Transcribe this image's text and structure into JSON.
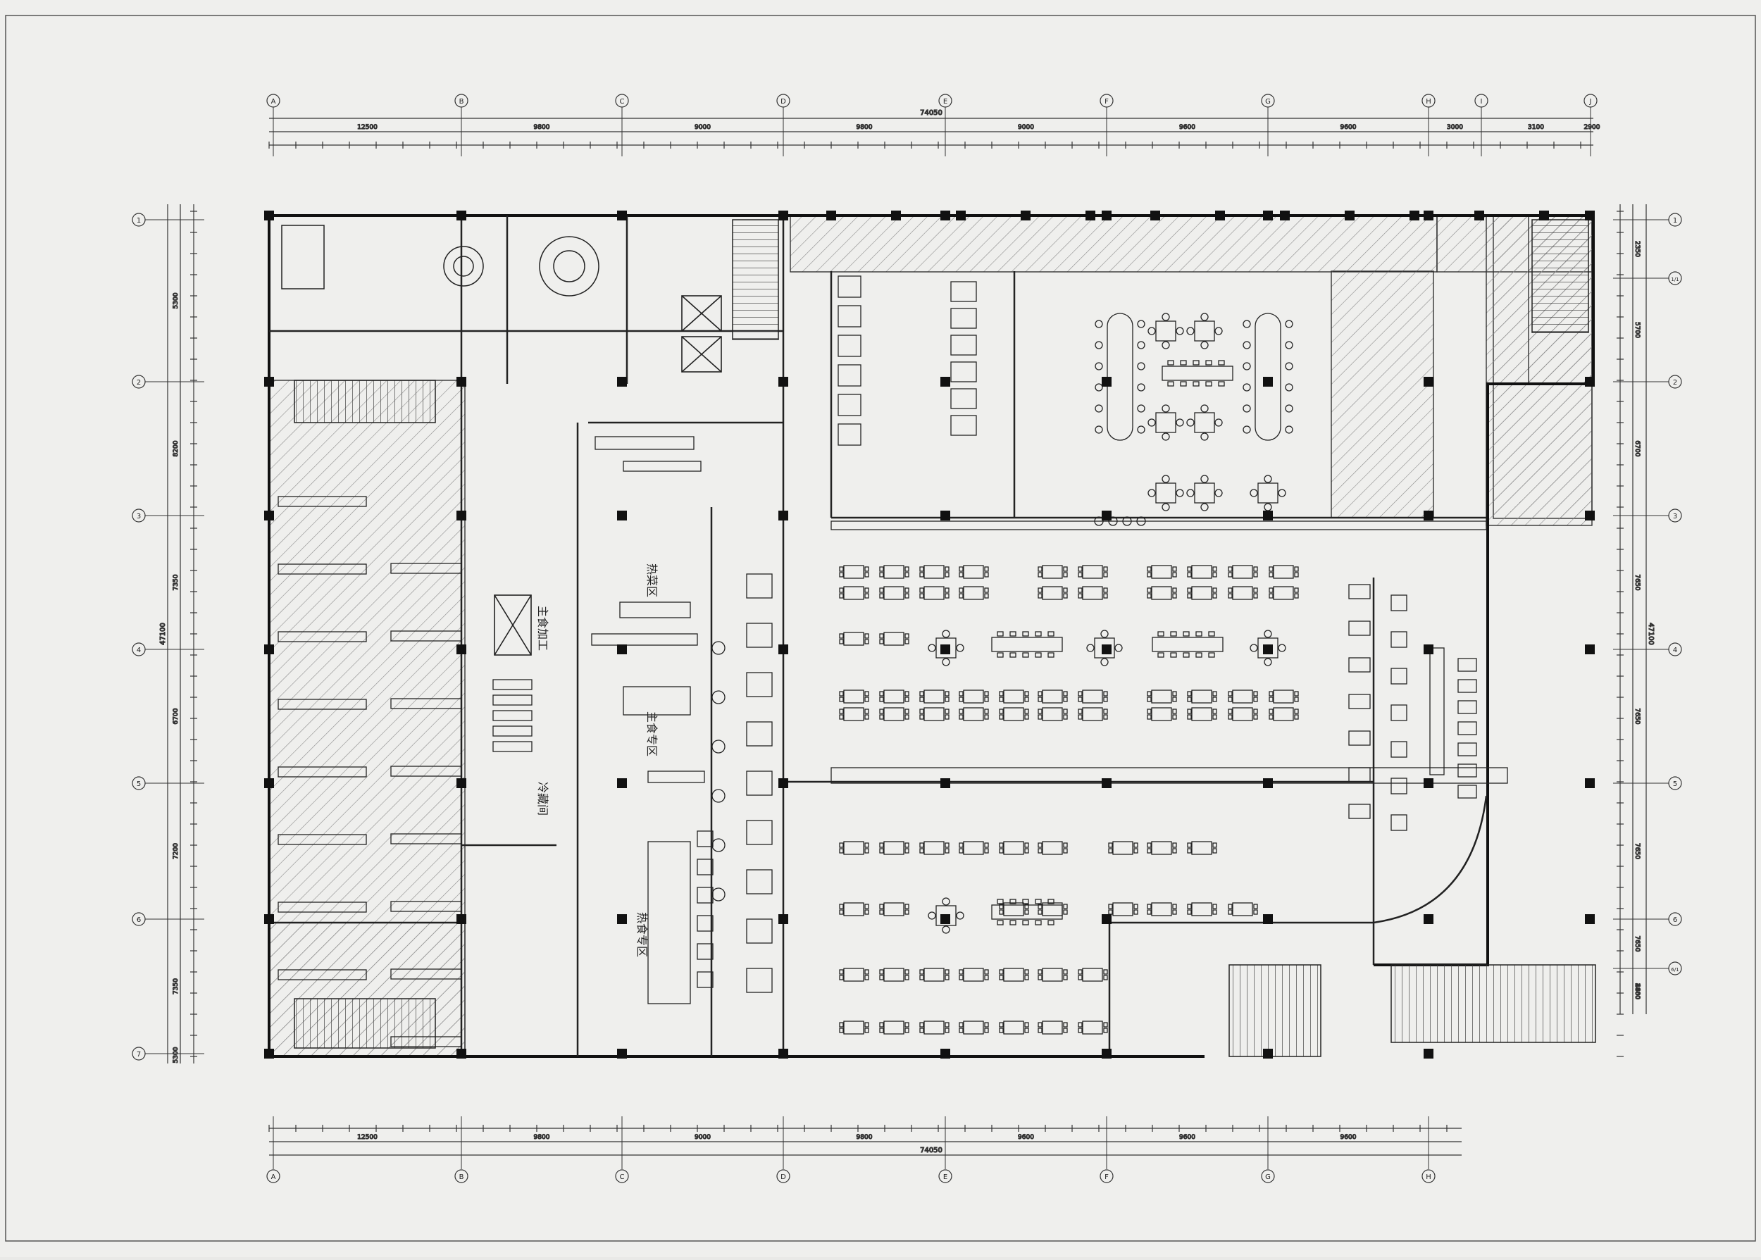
{
  "grid": {
    "columns": [
      "A",
      "B",
      "C",
      "D",
      "E",
      "F",
      "G",
      "H",
      "I",
      "J"
    ],
    "columns_bottom": [
      "A",
      "B",
      "C",
      "D",
      "E",
      "F",
      "G",
      "H"
    ],
    "rows": [
      "1",
      "2",
      "3",
      "4",
      "5",
      "6",
      "7"
    ],
    "rows_right": [
      "1",
      "1/1",
      "2",
      "3",
      "4",
      "5",
      "6",
      "6/1"
    ]
  },
  "dimensions": {
    "total_width": "74050",
    "total_depth": "47100",
    "top_bays": [
      "12500",
      "9800",
      "9000",
      "9800",
      "9000",
      "9600",
      "9600",
      "3000",
      "3100",
      "2900"
    ],
    "bottom_bays": [
      "12500",
      "9800",
      "9000",
      "9800",
      "9600",
      "9600",
      "9600"
    ],
    "left_bays": [
      "5300",
      "8200",
      "7350",
      "6700",
      "7200",
      "7350",
      "5300"
    ],
    "right_bays": [
      "2350",
      "5700",
      "6700",
      "7650",
      "7650",
      "7650",
      "7650",
      "2800",
      "4480"
    ]
  },
  "rooms": {
    "hot_kitchen": "热菜区",
    "staple_kitchen": "主食专区",
    "staple_prep": "主食加工",
    "hot_kitchen_lower": "热食专区",
    "cold_room": "冷藏间"
  },
  "colors": {
    "paper": "#efefed",
    "ink": "#2b2b2b",
    "hatch": "#7a7a7a",
    "column": "#111111"
  }
}
